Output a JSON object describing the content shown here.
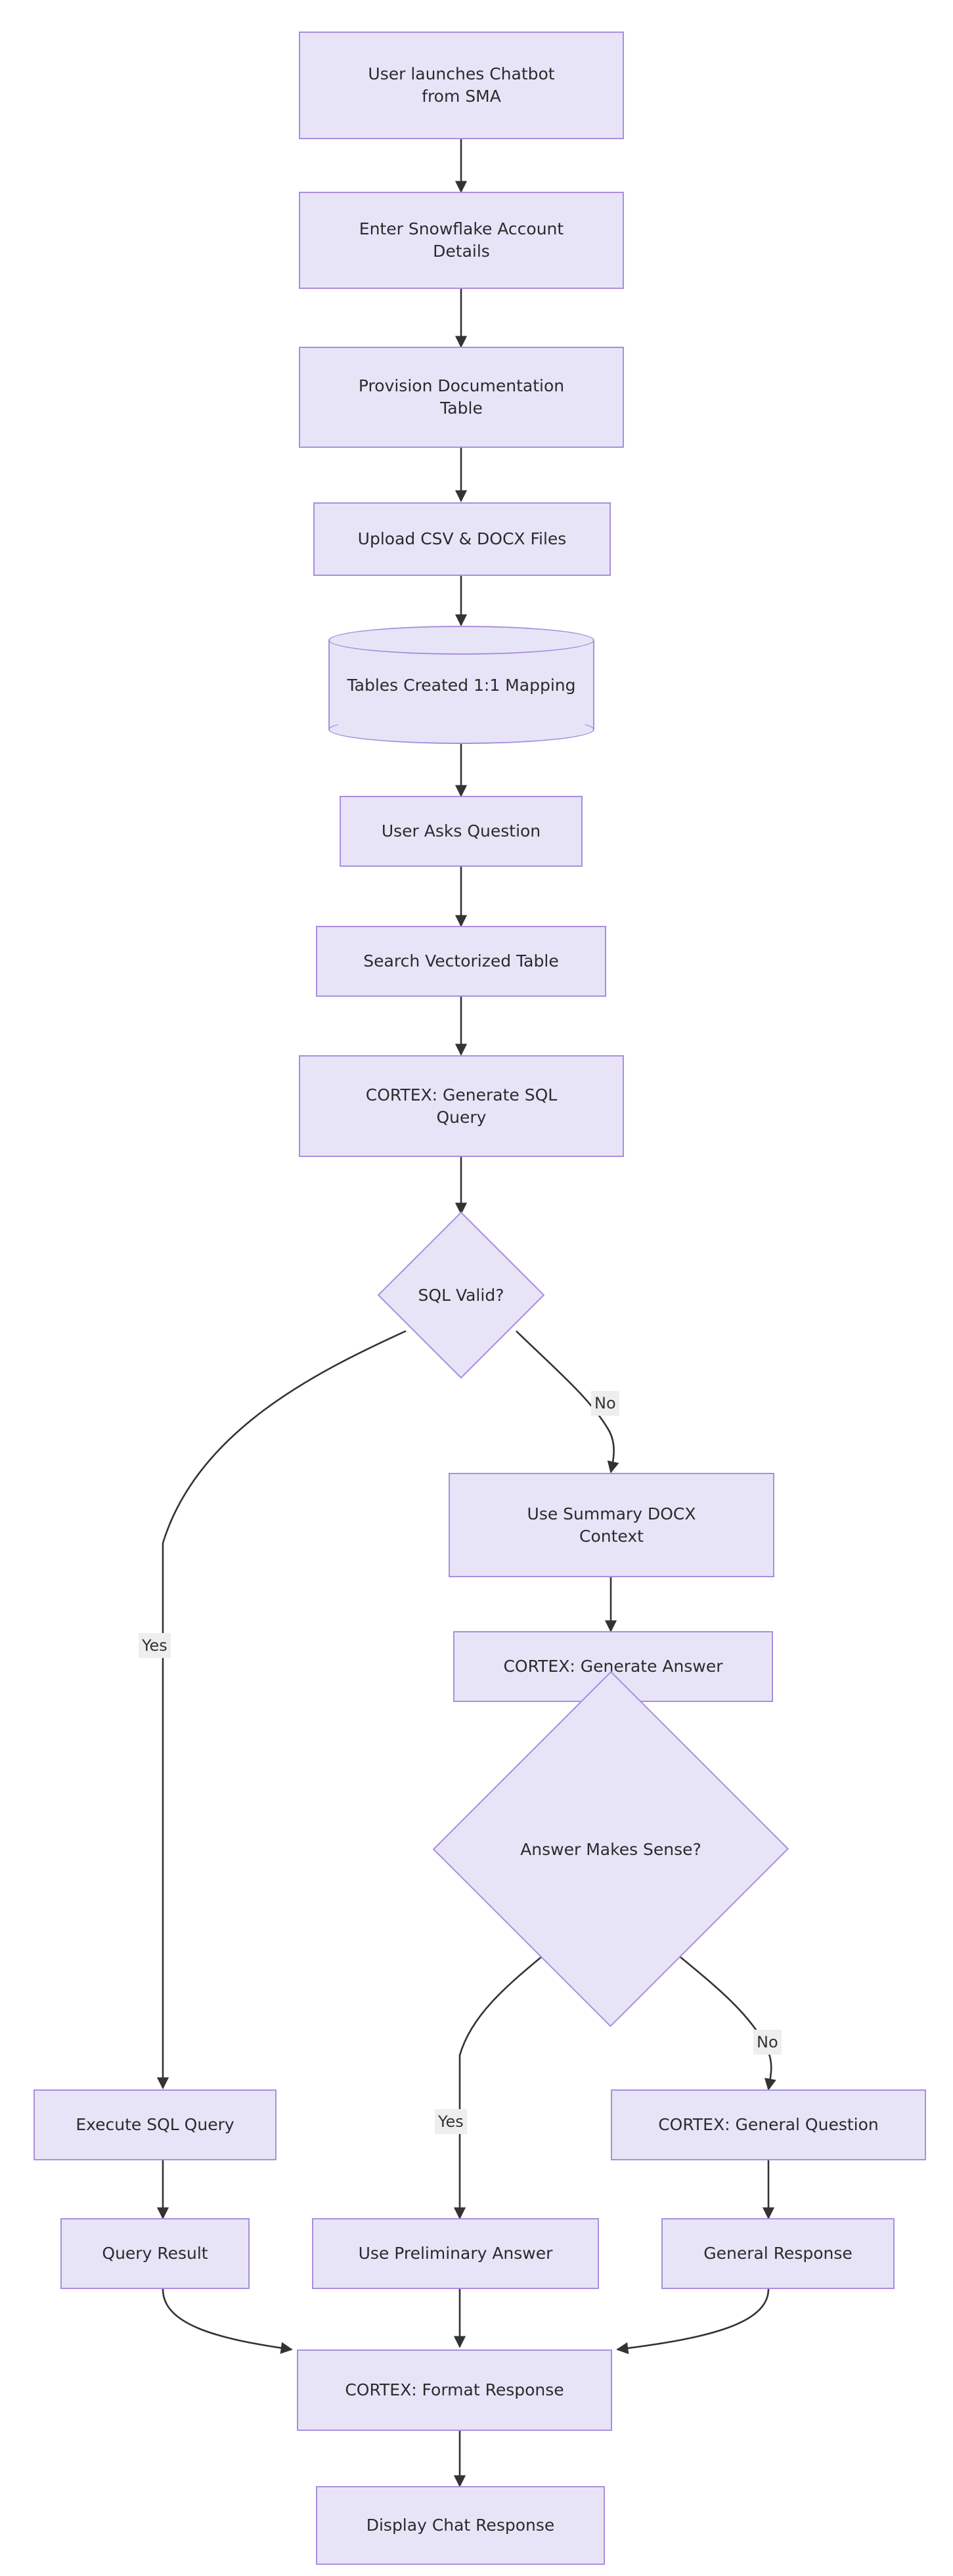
{
  "diagram": {
    "title": "Chatbot SQL and Document Flow",
    "type": "flowchart",
    "orientation": "top-to-bottom",
    "colors": {
      "node_fill": "#e8e4f8",
      "node_border": "#a98fdd",
      "node_text": "#2b2b2b",
      "edge_stroke": "#333333",
      "edge_label_bg": "#eeeeee",
      "background": "#ffffff"
    }
  },
  "nodes": {
    "launch_chatbot": {
      "label": "User launches Chatbot\nfrom SMA",
      "shape": "rect"
    },
    "enter_account": {
      "label": "Enter Snowflake Account\nDetails",
      "shape": "rect"
    },
    "provision_table": {
      "label": "Provision Documentation\nTable",
      "shape": "rect"
    },
    "upload_files": {
      "label": "Upload CSV & DOCX Files",
      "shape": "rect"
    },
    "tables_created": {
      "label": "Tables Created 1:1 Mapping",
      "shape": "cylinder"
    },
    "user_asks": {
      "label": "User Asks Question",
      "shape": "rect"
    },
    "search_vector": {
      "label": "Search Vectorized Table",
      "shape": "rect"
    },
    "generate_sql": {
      "label": "CORTEX: Generate SQL\nQuery",
      "shape": "rect"
    },
    "sql_valid": {
      "label": "SQL Valid?",
      "shape": "diamond"
    },
    "use_docx": {
      "label": "Use Summary DOCX\nContext",
      "shape": "rect"
    },
    "generate_answer": {
      "label": "CORTEX: Generate Answer",
      "shape": "rect"
    },
    "answer_sense": {
      "label": "Answer Makes Sense?",
      "shape": "diamond"
    },
    "execute_sql": {
      "label": "Execute SQL Query",
      "shape": "rect"
    },
    "general_question": {
      "label": "CORTEX: General Question",
      "shape": "rect"
    },
    "query_result": {
      "label": "Query Result",
      "shape": "rect"
    },
    "preliminary_answer": {
      "label": "Use Preliminary Answer",
      "shape": "rect"
    },
    "general_response": {
      "label": "General Response",
      "shape": "rect"
    },
    "format_response": {
      "label": "CORTEX: Format Response",
      "shape": "rect"
    },
    "display_response": {
      "label": "Display Chat Response",
      "shape": "rect"
    }
  },
  "edge_labels": {
    "sql_valid_yes": "Yes",
    "sql_valid_no": "No",
    "answer_sense_yes": "Yes",
    "answer_sense_no": "No"
  },
  "edges": [
    {
      "from": "launch_chatbot",
      "to": "enter_account",
      "label": ""
    },
    {
      "from": "enter_account",
      "to": "provision_table",
      "label": ""
    },
    {
      "from": "provision_table",
      "to": "upload_files",
      "label": ""
    },
    {
      "from": "upload_files",
      "to": "tables_created",
      "label": ""
    },
    {
      "from": "tables_created",
      "to": "user_asks",
      "label": ""
    },
    {
      "from": "user_asks",
      "to": "search_vector",
      "label": ""
    },
    {
      "from": "search_vector",
      "to": "generate_sql",
      "label": ""
    },
    {
      "from": "generate_sql",
      "to": "sql_valid",
      "label": ""
    },
    {
      "from": "sql_valid",
      "to": "execute_sql",
      "label": "Yes"
    },
    {
      "from": "sql_valid",
      "to": "use_docx",
      "label": "No"
    },
    {
      "from": "use_docx",
      "to": "generate_answer",
      "label": ""
    },
    {
      "from": "generate_answer",
      "to": "answer_sense",
      "label": ""
    },
    {
      "from": "answer_sense",
      "to": "preliminary_answer",
      "label": "Yes"
    },
    {
      "from": "answer_sense",
      "to": "general_question",
      "label": "No"
    },
    {
      "from": "execute_sql",
      "to": "query_result",
      "label": ""
    },
    {
      "from": "general_question",
      "to": "general_response",
      "label": ""
    },
    {
      "from": "query_result",
      "to": "format_response",
      "label": ""
    },
    {
      "from": "preliminary_answer",
      "to": "format_response",
      "label": ""
    },
    {
      "from": "general_response",
      "to": "format_response",
      "label": ""
    },
    {
      "from": "format_response",
      "to": "display_response",
      "label": ""
    }
  ]
}
